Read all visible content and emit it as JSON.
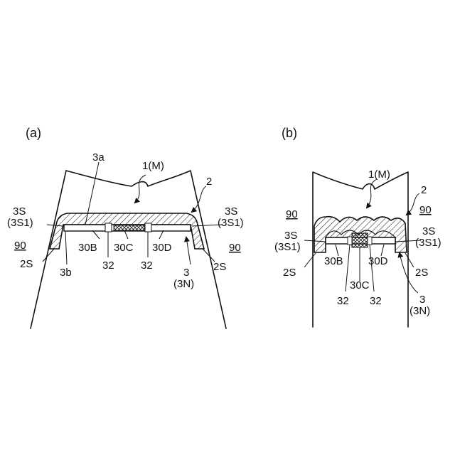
{
  "figure_a": {
    "panel_label": "(a)",
    "labels": {
      "main": "1(M)",
      "belt": "2",
      "top_face": "3a",
      "bottom_face": "3b",
      "side_left": "3S",
      "side_left_sub": "(3S1)",
      "side_right": "3S",
      "side_right_sub": "(3S1)",
      "ref_90_left": "90",
      "ref_90_right": "90",
      "belt_side_left": "2S",
      "belt_side_right": "2S",
      "seg_b": "30B",
      "seg_c": "30C",
      "seg_d": "30D",
      "joint_left": "32",
      "joint_right": "32",
      "unit": "3",
      "unit_sub": "(3N)"
    }
  },
  "figure_b": {
    "panel_label": "(b)",
    "labels": {
      "main": "1(M)",
      "belt": "2",
      "ref_90_left": "90",
      "ref_90_right": "90",
      "side_left": "3S",
      "side_left_sub": "(3S1)",
      "side_right": "3S",
      "side_right_sub": "(3S1)",
      "belt_side_left": "2S",
      "belt_side_right": "2S",
      "seg_b": "30B",
      "seg_c": "30C",
      "seg_d": "30D",
      "joint_left": "32",
      "joint_right": "32",
      "unit": "3",
      "unit_sub": "(3N)"
    }
  }
}
